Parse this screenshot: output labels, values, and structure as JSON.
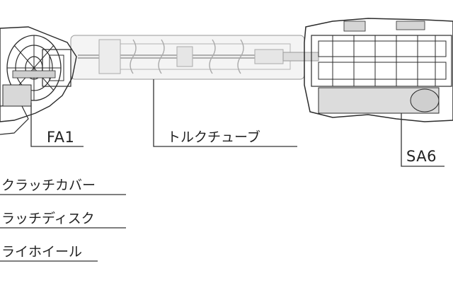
{
  "labels": {
    "fa1": "FA1",
    "torque_tube": "トルクチューブ",
    "sa6": "SA6",
    "clutch_cover": "クラッチカバー",
    "clutch_disc": "ラッチディスク",
    "flywheel": "ライホイール"
  },
  "colors": {
    "ink": "#2b2b2b",
    "ghost": "#9a9a9a",
    "text": "#222222"
  }
}
